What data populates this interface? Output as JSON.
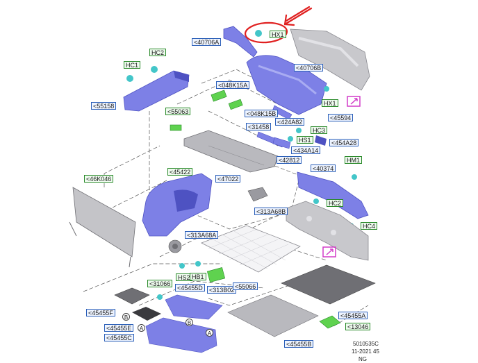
{
  "colors": {
    "part_fill": "#7d80e6",
    "part_dark": "#4e52c2",
    "part_light": "#a9acf2",
    "gray_fill": "#b9b9be",
    "dark_gray": "#6f6f74",
    "green_fill": "#5fd24f",
    "teal_fill": "#43c6c9",
    "annotation_red": "#e02020",
    "callout_magenta": "#d23cc8"
  },
  "labels": [
    {
      "id": "40706A",
      "text": "<40706A",
      "color": "blue"
    },
    {
      "id": "HX1-top",
      "text": "HX1",
      "color": "green"
    },
    {
      "id": "HC2-top",
      "text": "HC2",
      "color": "green"
    },
    {
      "id": "HC1",
      "text": "HC1",
      "color": "green"
    },
    {
      "id": "40706B",
      "text": "<40706B",
      "color": "blue"
    },
    {
      "id": "048K15A",
      "text": "<048K15A",
      "color": "blue"
    },
    {
      "id": "55158",
      "text": "<55158",
      "color": "blue"
    },
    {
      "id": "55063",
      "text": "<55063",
      "color": "green"
    },
    {
      "id": "HX1-mid",
      "text": "HX1",
      "color": "green"
    },
    {
      "id": "048K15B",
      "text": "<048K15B",
      "color": "blue"
    },
    {
      "id": "45594",
      "text": "<45594",
      "color": "blue"
    },
    {
      "id": "424A82",
      "text": "<424A82",
      "color": "blue"
    },
    {
      "id": "31458",
      "text": "<31458",
      "color": "blue"
    },
    {
      "id": "HC3",
      "text": "HC3",
      "color": "green"
    },
    {
      "id": "HS1",
      "text": "HS1",
      "color": "green"
    },
    {
      "id": "454A28",
      "text": "<454A28",
      "color": "blue"
    },
    {
      "id": "434A14",
      "text": "<434A14",
      "color": "blue"
    },
    {
      "id": "42812",
      "text": "<42812",
      "color": "blue"
    },
    {
      "id": "HM1",
      "text": "HM1",
      "color": "green"
    },
    {
      "id": "45422",
      "text": "<45422",
      "color": "green"
    },
    {
      "id": "40374",
      "text": "<40374",
      "color": "blue"
    },
    {
      "id": "46K046",
      "text": "<46K046",
      "color": "green"
    },
    {
      "id": "47022",
      "text": "<47022",
      "color": "blue"
    },
    {
      "id": "HC2-mid",
      "text": "HC2",
      "color": "green"
    },
    {
      "id": "313A68B",
      "text": "<313A68B",
      "color": "blue"
    },
    {
      "id": "HC4",
      "text": "HC4",
      "color": "green"
    },
    {
      "id": "313A68A",
      "text": "<313A68A",
      "color": "blue"
    },
    {
      "id": "HS2",
      "text": "HS2",
      "color": "green"
    },
    {
      "id": "HB1",
      "text": "HB1",
      "color": "green"
    },
    {
      "id": "31066",
      "text": "<31066",
      "color": "green"
    },
    {
      "id": "45455D",
      "text": "<45455D",
      "color": "blue"
    },
    {
      "id": "313B02",
      "text": "<313B02",
      "color": "blue"
    },
    {
      "id": "55066",
      "text": "<55066",
      "color": "blue"
    },
    {
      "id": "45455F",
      "text": "<45455F",
      "color": "blue"
    },
    {
      "id": "45455A",
      "text": "<45455A",
      "color": "blue"
    },
    {
      "id": "13046",
      "text": "<13046",
      "color": "green"
    },
    {
      "id": "45455E",
      "text": "<45455E",
      "color": "blue"
    },
    {
      "id": "45455C",
      "text": "<45455C",
      "color": "blue"
    },
    {
      "id": "45455B",
      "text": "<45455B",
      "color": "blue"
    }
  ],
  "circle_markers": [
    {
      "id": "B-left",
      "text": "B"
    },
    {
      "id": "B-right",
      "text": "B"
    },
    {
      "id": "A-left",
      "text": "A"
    },
    {
      "id": "A-right",
      "text": "A"
    }
  ],
  "footer": {
    "code": "5010535C",
    "date": "11-2021 45",
    "region": "NG"
  }
}
